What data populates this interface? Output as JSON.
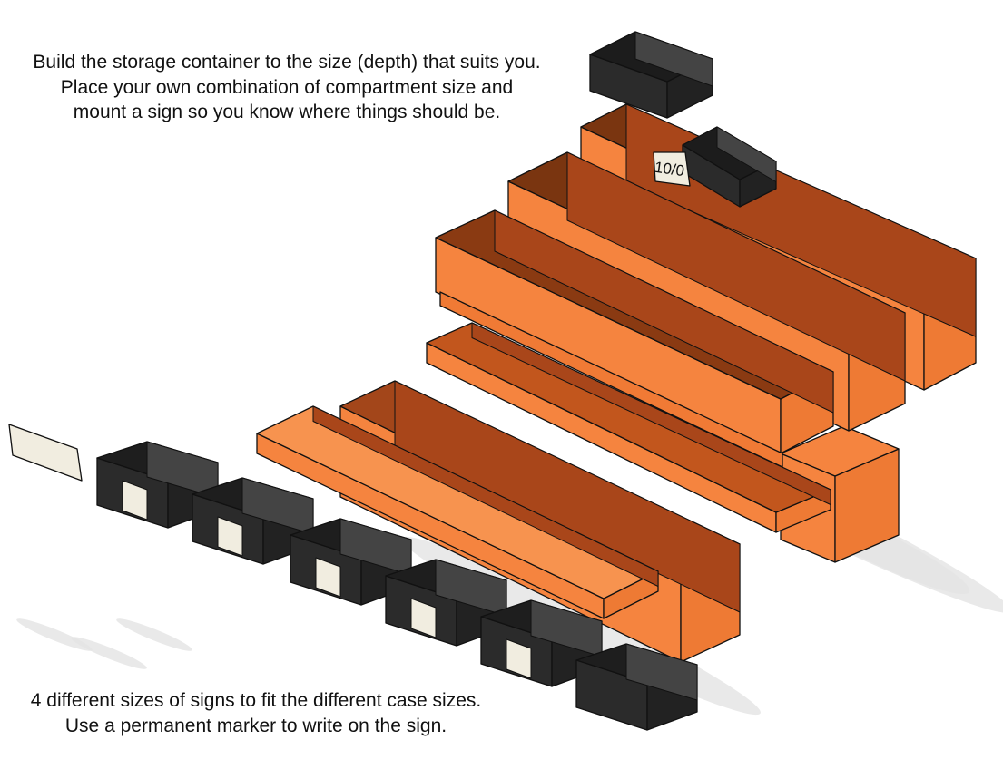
{
  "captions": {
    "top": [
      "Build the storage container to the size (depth) that suits you.",
      "Place your own combination of compartment size and",
      "mount a sign so you know where things should be."
    ],
    "bottom": [
      "4 different sizes of signs to fit the different case sizes.",
      "Use a permanent marker to write on the sign."
    ]
  },
  "sign_label": "10/0",
  "colors": {
    "orange": "#f5843f",
    "orange_dark": "#c2561d",
    "orange_inner": "#8a3a12",
    "black": "#2b2b2b",
    "black_top": "#3a3a3a",
    "sign": "#f1ede0"
  }
}
